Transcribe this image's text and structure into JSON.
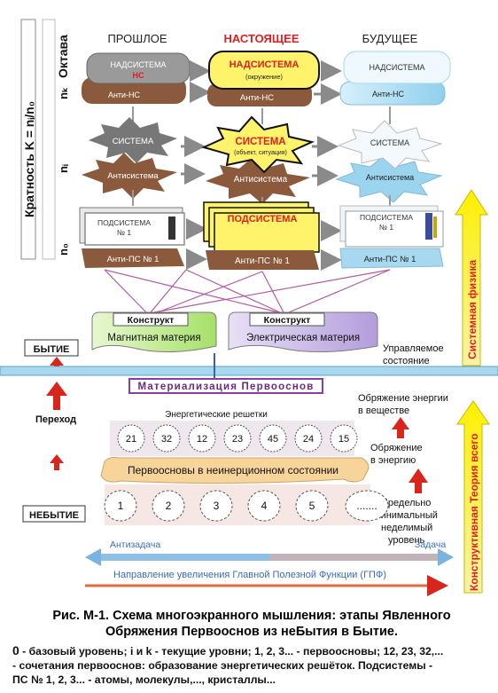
{
  "axis": {
    "left_label": "Кратность  K = nᵢ/n₀",
    "octave_label": "Октава",
    "level_k": "nₖ",
    "level_i": "nᵢ",
    "level_0": "n₀"
  },
  "columns": {
    "past": "ПРОШЛОЕ",
    "present": "НАСТОЯЩЕЕ",
    "future": "БУДУЩЕЕ"
  },
  "past": {
    "supersystem": "НАДСИСТЕМА",
    "supersystem_abbr": "НС",
    "anti_ns": "Анти-НС",
    "system": "СИСТЕМА",
    "antisystem": "Антисистема",
    "subsystem": "ПОДСИСТЕМА",
    "subsystem_no": "№ 1",
    "anti_ps": "Анти-ПС № 1"
  },
  "present": {
    "supersystem": "НАДСИСТЕМА",
    "supersystem_note": "(окружение)",
    "anti_ns": "Анти-НС",
    "system": "СИСТЕМА",
    "system_note": "(объект, ситуация)",
    "antisystem": "Антисистема",
    "subsystem": "ПОДСИСТЕМА",
    "anti_ps": "Анти-ПС № 1"
  },
  "future": {
    "supersystem": "НАДСИСТЕМА",
    "anti_ns": "Анти-НС",
    "system": "СИСТЕМА",
    "antisystem": "Антисистема",
    "subsystem": "ПОДСИСТЕМА",
    "subsystem_no": "№ 1",
    "anti_ps": "Анти-ПС № 1"
  },
  "constructs": {
    "left_title": "Конструкт",
    "left_label": "Магнитная материя",
    "right_title": "Конструкт",
    "right_label": "Электрическая материя"
  },
  "side_right_top": "Системная физика",
  "side_right_bottom": "Конструктивная Теория всего",
  "being": "БЫТИЕ",
  "managed_state": [
    "Управляемое",
    "состояние"
  ],
  "materialization": "Материализация Первооснов",
  "transition": "Переход",
  "energy_in_matter": [
    "Обряжение энергии",
    "в веществе"
  ],
  "energy_lattices": "Энергетические решетки",
  "lattice_values": [
    "21",
    "32",
    "12",
    "23",
    "45",
    "24",
    "15"
  ],
  "into_energy": [
    "Обряжение",
    "в энергию"
  ],
  "first_foundations": "Первоосновы в неинерционном состоянии",
  "non_being": "НЕБЫТИЕ",
  "foundation_values": [
    "1",
    "2",
    "3",
    "4",
    "5",
    "......."
  ],
  "min_level": [
    "Предельно",
    "минимальный",
    "неделимый",
    "уровень"
  ],
  "antitask": "Антизадача",
  "task": "Задача",
  "gpf_direction": "Направление увеличения Главной Полезной Функции (ГПФ)",
  "caption": {
    "title_line1": "Рис. М-1. Схема многоэкранного мышления: этапы  Явленного",
    "title_line2": "Обряжения Первооснов из неБытия в Бытие.",
    "note_zero": "0",
    "note_line1": " - базовый уровень; i и k - текущие уровни; 1, 2, 3... - первоосновы; 12, 23, 32,...",
    "note_line2": "- сочетания первооснов: образование энергетических решёток. Подсистемы -",
    "note_line3": "ПС № 1, 2, 3... - атомы, молекулы,..., кристаллы..."
  },
  "colors": {
    "blue_band": "#a9d8ee",
    "red": "#e41e1e",
    "brown": "#8b5a3c",
    "yellow": "#fff200",
    "purple": "#7b2d8e",
    "green_construct": "#a6e06a",
    "violet_construct": "#b39ddb"
  }
}
